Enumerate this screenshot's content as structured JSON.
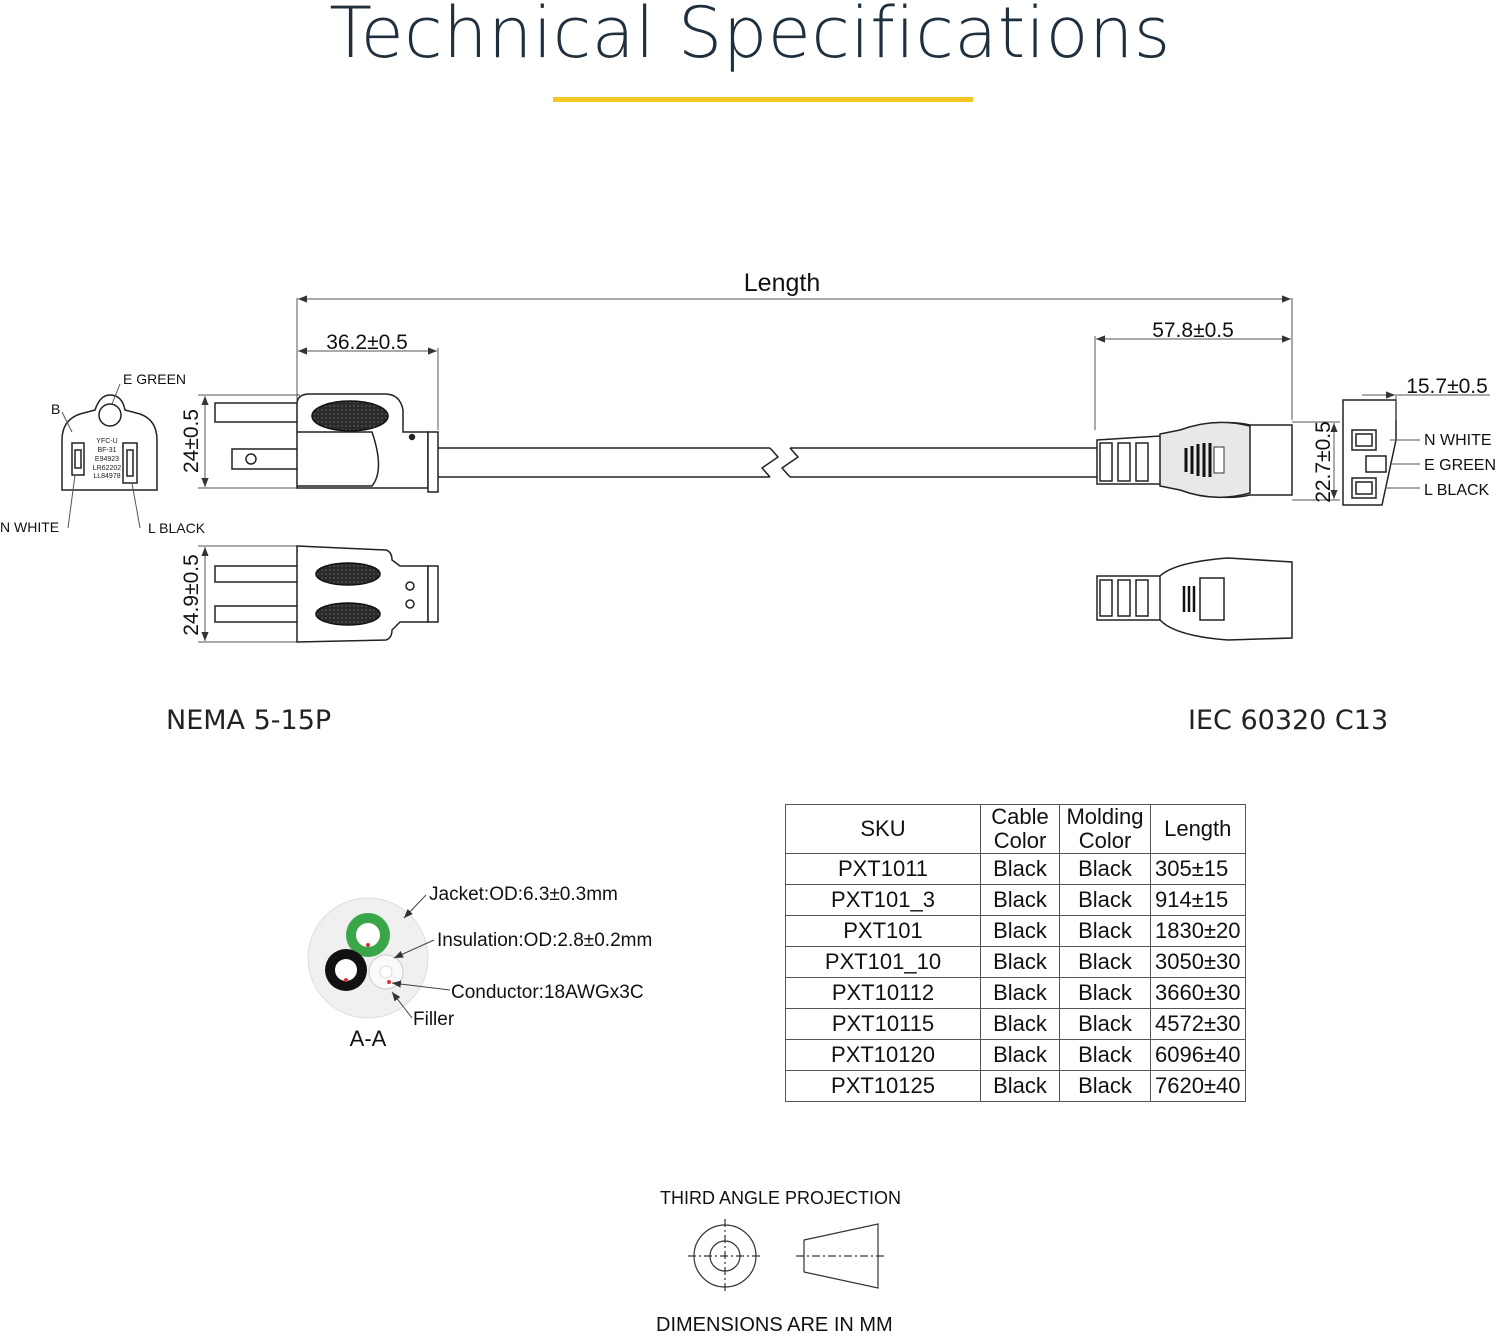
{
  "header": {
    "title": "Technical Specifications",
    "accent_color": "#f5c524"
  },
  "drawing": {
    "length_label": "Length",
    "plug_dim_width": "36.2±0.5",
    "plug_dim_height": "24±0.5",
    "plug_dim_height_bottom": "24.9±0.5",
    "conn_dim_width": "57.8±0.5",
    "conn_dim_height": "22.7±0.5",
    "conn_face_dim": "15.7±0.5",
    "plug_face_labels": {
      "e": "E GREEN",
      "b": "B",
      "n": "N WHITE",
      "l": "L  BLACK",
      "mark1": "YFC-U",
      "mark2": "BF-31",
      "mark3": "E94923",
      "mark4": "LR62202",
      "mark5": "LL84978"
    },
    "conn_face_labels": {
      "n": "N WHITE",
      "e": "E GREEN",
      "l": "L BLACK"
    },
    "plug_caption": "NEMA 5-15P",
    "connector_caption": "IEC 60320 C13"
  },
  "cross_section": {
    "jacket": "Jacket:OD:6.3±0.3mm",
    "insulation": "Insulation:OD:2.8±0.2mm",
    "conductor": "Conductor:18AWGx3C",
    "filler": "Filler",
    "section": "A-A"
  },
  "table": {
    "headers": {
      "sku": "SKU",
      "cable1": "Cable",
      "cable2": "Color",
      "mold1": "Molding",
      "mold2": "Color",
      "length": "Length"
    },
    "rows": [
      {
        "sku": "PXT1011",
        "cable": "Black",
        "molding": "Black",
        "length": "305±15"
      },
      {
        "sku": "PXT101_3",
        "cable": "Black",
        "molding": "Black",
        "length": "914±15"
      },
      {
        "sku": "PXT101",
        "cable": "Black",
        "molding": "Black",
        "length": "1830±20"
      },
      {
        "sku": "PXT101_10",
        "cable": "Black",
        "molding": "Black",
        "length": "3050±30"
      },
      {
        "sku": "PXT10112",
        "cable": "Black",
        "molding": "Black",
        "length": "3660±30"
      },
      {
        "sku": "PXT10115",
        "cable": "Black",
        "molding": "Black",
        "length": "4572±30"
      },
      {
        "sku": "PXT10120",
        "cable": "Black",
        "molding": "Black",
        "length": "6096±40"
      },
      {
        "sku": "PXT10125",
        "cable": "Black",
        "molding": "Black",
        "length": "7620±40"
      }
    ]
  },
  "projection": {
    "title": "THIRD ANGLE PROJECTION",
    "note": "DIMENSIONS ARE IN MM"
  }
}
